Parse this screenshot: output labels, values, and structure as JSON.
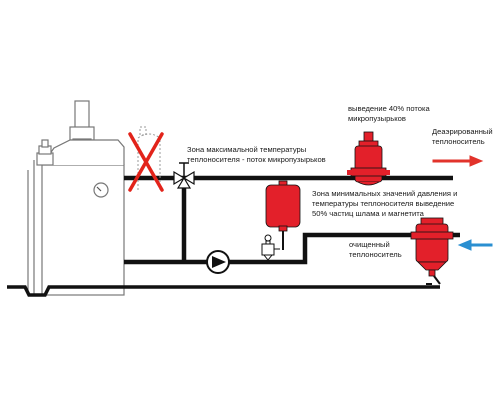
{
  "labels": {
    "max_temp_line1": "Зона максимальной температуры",
    "max_temp_line2": "теплоносителя - поток микропузырьков",
    "removal_line1": "выведение 40% потока",
    "removal_line2": "микропузырьков",
    "deaerated_line1": "Деаэрированный",
    "deaerated_line2": "теплоноситель",
    "min_zone_line1": "Зона минимальных значений давления и",
    "min_zone_line2": "температуры теплоносителя выведение",
    "min_zone_line3": "50% частиц шлама и магнетита",
    "cleaned_line1": "очищенный",
    "cleaned_line2": "теплоноситель"
  },
  "colors": {
    "pipe": "#111111",
    "equipment_red": "#e3202a",
    "arrow_red": "#e2332b",
    "arrow_blue": "#2a8fd1",
    "cross_red": "#e2231a",
    "boiler_stroke": "#777777"
  },
  "icons": {
    "boiler": "boiler-icon",
    "chimney": "chimney-icon",
    "crossed_out_separator": "crossed-out-separator-icon",
    "three_way_valve": "three-way-valve-icon",
    "air_separator": "air-separator-icon",
    "expansion_tank": "expansion-tank-icon",
    "pump": "circulation-pump-icon",
    "dirt_separator": "dirt-separator-icon"
  }
}
